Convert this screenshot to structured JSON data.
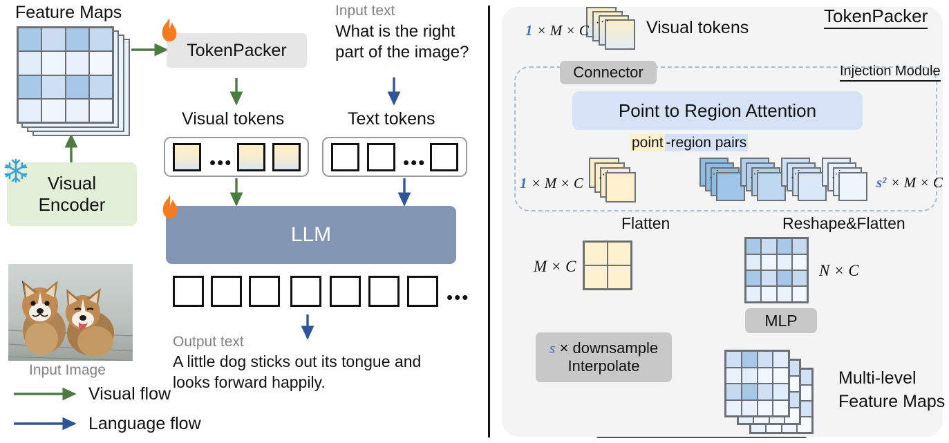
{
  "left": {
    "feature_maps_label": "Feature Maps",
    "tokenpacker_label": "TokenPacker",
    "input_text_caption": "Input text",
    "input_text_line1": "What is the right",
    "input_text_line2": "part of the image?",
    "visual_tokens_label": "Visual tokens",
    "text_tokens_label": "Text tokens",
    "visual_encoder_line1": "Visual",
    "visual_encoder_line2": "Encoder",
    "llm_label": "LLM",
    "input_image_label": "Input Image",
    "output_text_caption": "Output text",
    "output_text_line1": "A little dog sticks out its tongue and",
    "output_text_line2": "looks forward happily.",
    "ellipsis": "•••",
    "legend": [
      {
        "label": "Visual flow",
        "color": "#4a7c3f"
      },
      {
        "label": "Language flow",
        "color": "#2f5597"
      }
    ]
  },
  "right": {
    "title": "TokenPacker",
    "injection_module_title": "Injection Module",
    "visual_tokens_label": "Visual tokens",
    "connector_label": "Connector",
    "attention_label": "Point to Region Attention",
    "point_region_pairs_point": "point",
    "point_region_pairs_rest": "-region pairs",
    "dim_top": {
      "coef": "1",
      "rest": "× M × C"
    },
    "dim_left_inner": {
      "coef": "1",
      "rest": "× M × C"
    },
    "dim_right_inner": {
      "coef": "s²",
      "rest": "× M × C"
    },
    "flatten_label": "Flatten",
    "reshape_flatten_label": "Reshape&Flatten",
    "mc_label": "M × C",
    "nc_label": "N × C",
    "mlp_label": "MLP",
    "downsample_line1_coef": "s",
    "downsample_line1_rest": "× downsample",
    "downsample_line2": "Interpolate",
    "multi_level_line1": "Multi-level",
    "multi_level_line2": "Feature Maps"
  },
  "colors": {
    "visual_flow": "#4a7c3f",
    "language_flow": "#2f5597",
    "flame": "#f47b20",
    "snowflake": "#3aa0d8",
    "llm_fill": "#8296b4",
    "encoder_fill": "#e2efd9",
    "panel_fill": "#f4f4f4",
    "attention_fill": "#d6e2f5",
    "gray_box": "#c8c8c8",
    "token_yellow": "#fbeec9",
    "grid_border": "#6b7076",
    "dashed_border": "#a8bdd4"
  },
  "chart_data": {
    "type": "diagram",
    "grid_shades": {
      "row_dark": "#a8c8e8",
      "row_mid": "#c3daf0",
      "row_light": "#e4effa",
      "row_xlight": "#f0f7fd"
    },
    "feature_map_rows": [
      [
        "#a8c8e8",
        "#c9dcf2",
        "#a8c8e8",
        "#c3daf0"
      ],
      [
        "#e0edf9",
        "#eff6fd",
        "#e8f1fb",
        "#f2f8fe"
      ],
      [
        "#a8c8e8",
        "#cfe0f4",
        "#a5c6e7",
        "#c3daf0"
      ],
      [
        "#e4effa",
        "#eff6fd",
        "#eaf3fc",
        "#f2f8fe"
      ]
    ],
    "s2_stack_shades": [
      "#8fbce2",
      "#b2d0ec",
      "#cfe2f5",
      "#e7f1fc"
    ]
  }
}
